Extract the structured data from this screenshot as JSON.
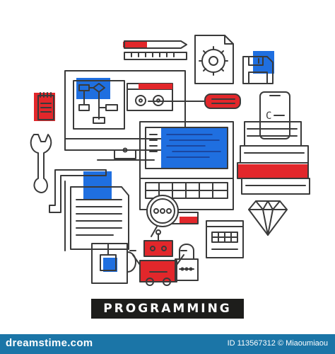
{
  "title": "PROGRAMMING",
  "editor_text": "C",
  "footer": {
    "logo_left": "dreams",
    "logo_right": "time.com",
    "id_text": "ID 113567312 © Miaoumiaou"
  },
  "colors": {
    "outline": "#3a3a3a",
    "blue": "#1f6fe0",
    "red": "#e2272b",
    "title_bg": "#1d1d1b",
    "footer_bg": "#1b75a7"
  },
  "icons": [
    "monitor-icon",
    "flowchart-icon",
    "laptop-icon",
    "magnifier-icon",
    "wrench-icon",
    "screwdriver-icon",
    "gear-document-icon",
    "floppy-disk-icon",
    "smartphone-icon",
    "books-icon",
    "diamond-icon",
    "robot-icon",
    "padlock-icon",
    "mug-icon",
    "document-icon",
    "notepad-icon",
    "pencil-icon",
    "ruler-icon",
    "browser-window-icon"
  ]
}
